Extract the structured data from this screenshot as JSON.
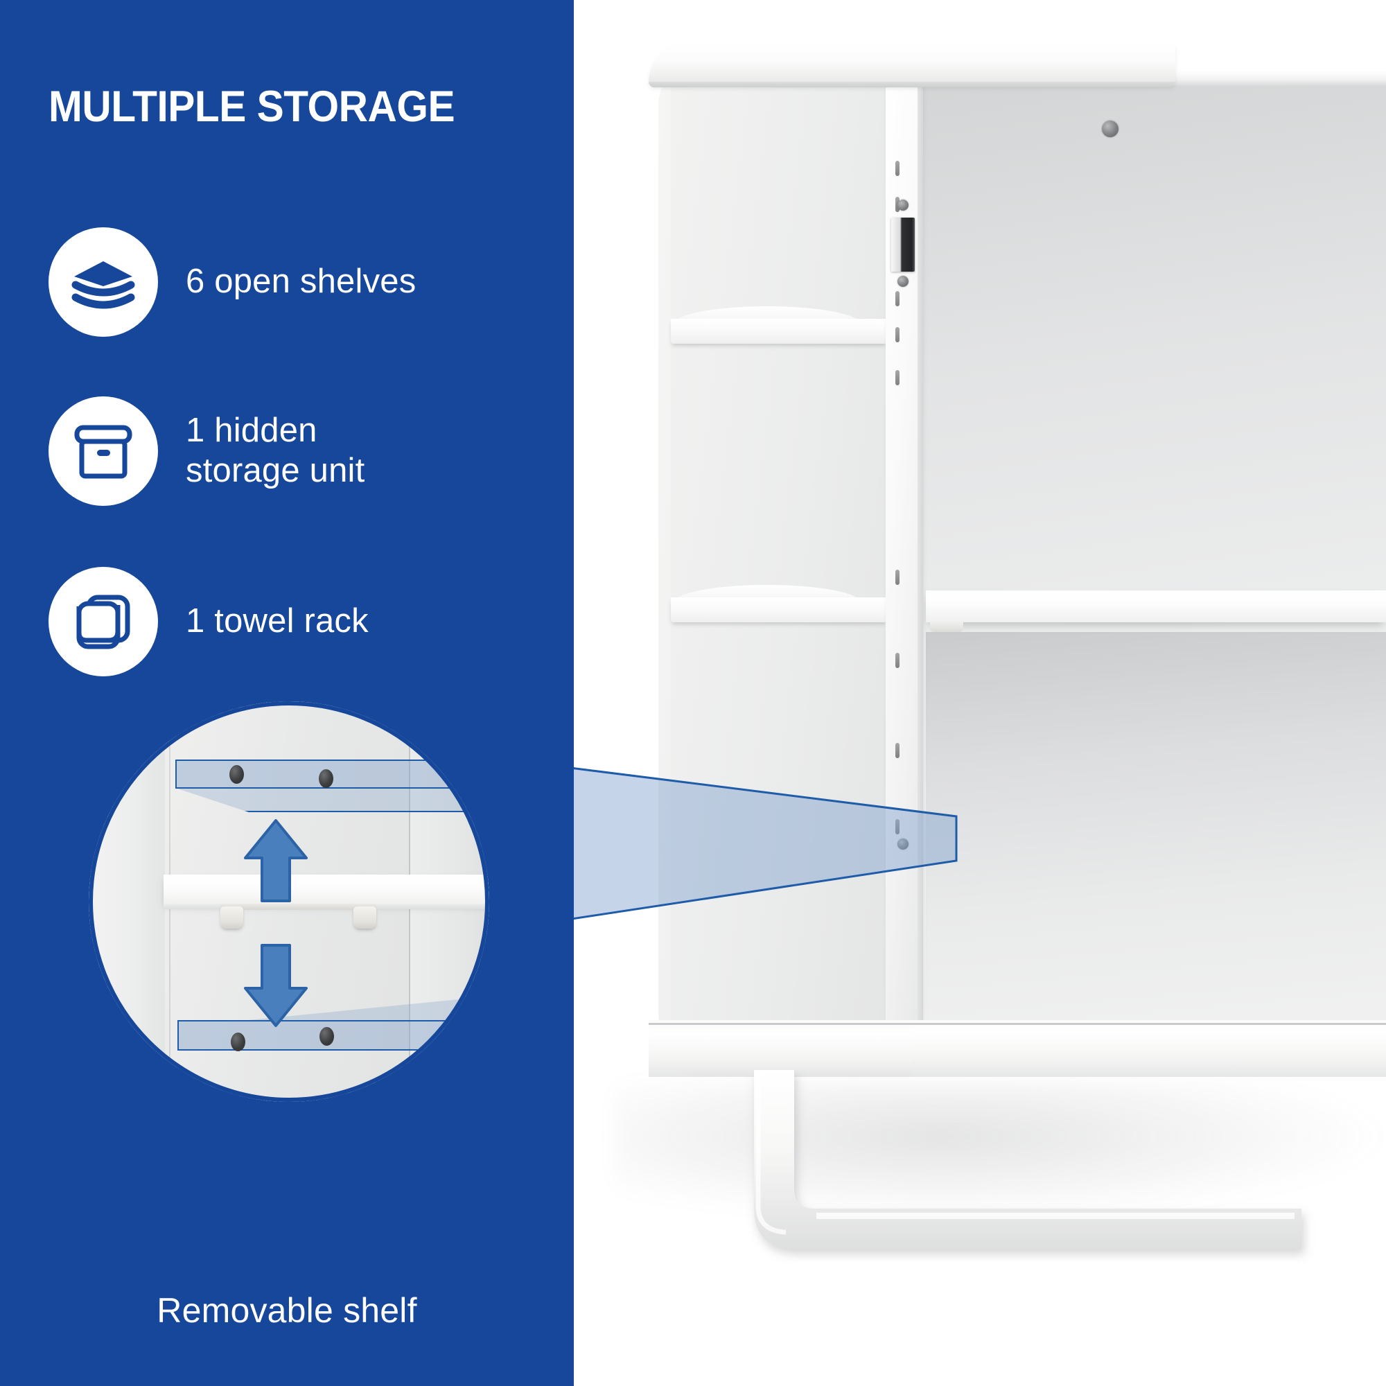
{
  "theme": {
    "brand_blue": "#16479A",
    "accent_blue": "#1E5BA8",
    "highlight_blue": "#7E9FCB",
    "panel_text": "#FFFFFF",
    "photo_background": "#FFFFFF"
  },
  "panel": {
    "headline": "MULTIPLE STORAGE",
    "features": [
      {
        "icon": "stacked-layers-icon",
        "label": "6 open shelves"
      },
      {
        "icon": "storage-box-icon",
        "label": "1 hidden\nstorage unit"
      },
      {
        "icon": "folded-towels-icon",
        "label": "1 towel rack"
      }
    ],
    "magnifier": {
      "caption": "Removable shelf",
      "callouts": [
        {
          "name": "move-up-arrow",
          "direction": "up"
        },
        {
          "name": "move-down-arrow",
          "direction": "down"
        }
      ],
      "highlight_bands": [
        {
          "name": "upper-peg-hole-band",
          "holes": 2
        },
        {
          "name": "lower-peg-hole-band",
          "holes": 2
        }
      ]
    }
  },
  "product": {
    "name": "wall-mounted-bathroom-cabinet",
    "components": [
      {
        "name": "cabinet-top-cap"
      },
      {
        "name": "left-open-shelf-column"
      },
      {
        "name": "left-shelf-board-upper"
      },
      {
        "name": "left-shelf-board-lower"
      },
      {
        "name": "vertical-divider-panel"
      },
      {
        "name": "door-hinge-plate"
      },
      {
        "name": "back-panel-screw"
      },
      {
        "name": "interior-cavity"
      },
      {
        "name": "adjustable-interior-shelf"
      },
      {
        "name": "shelf-support-peg"
      },
      {
        "name": "cabinet-bottom-panel"
      },
      {
        "name": "towel-rack-bar"
      }
    ]
  }
}
